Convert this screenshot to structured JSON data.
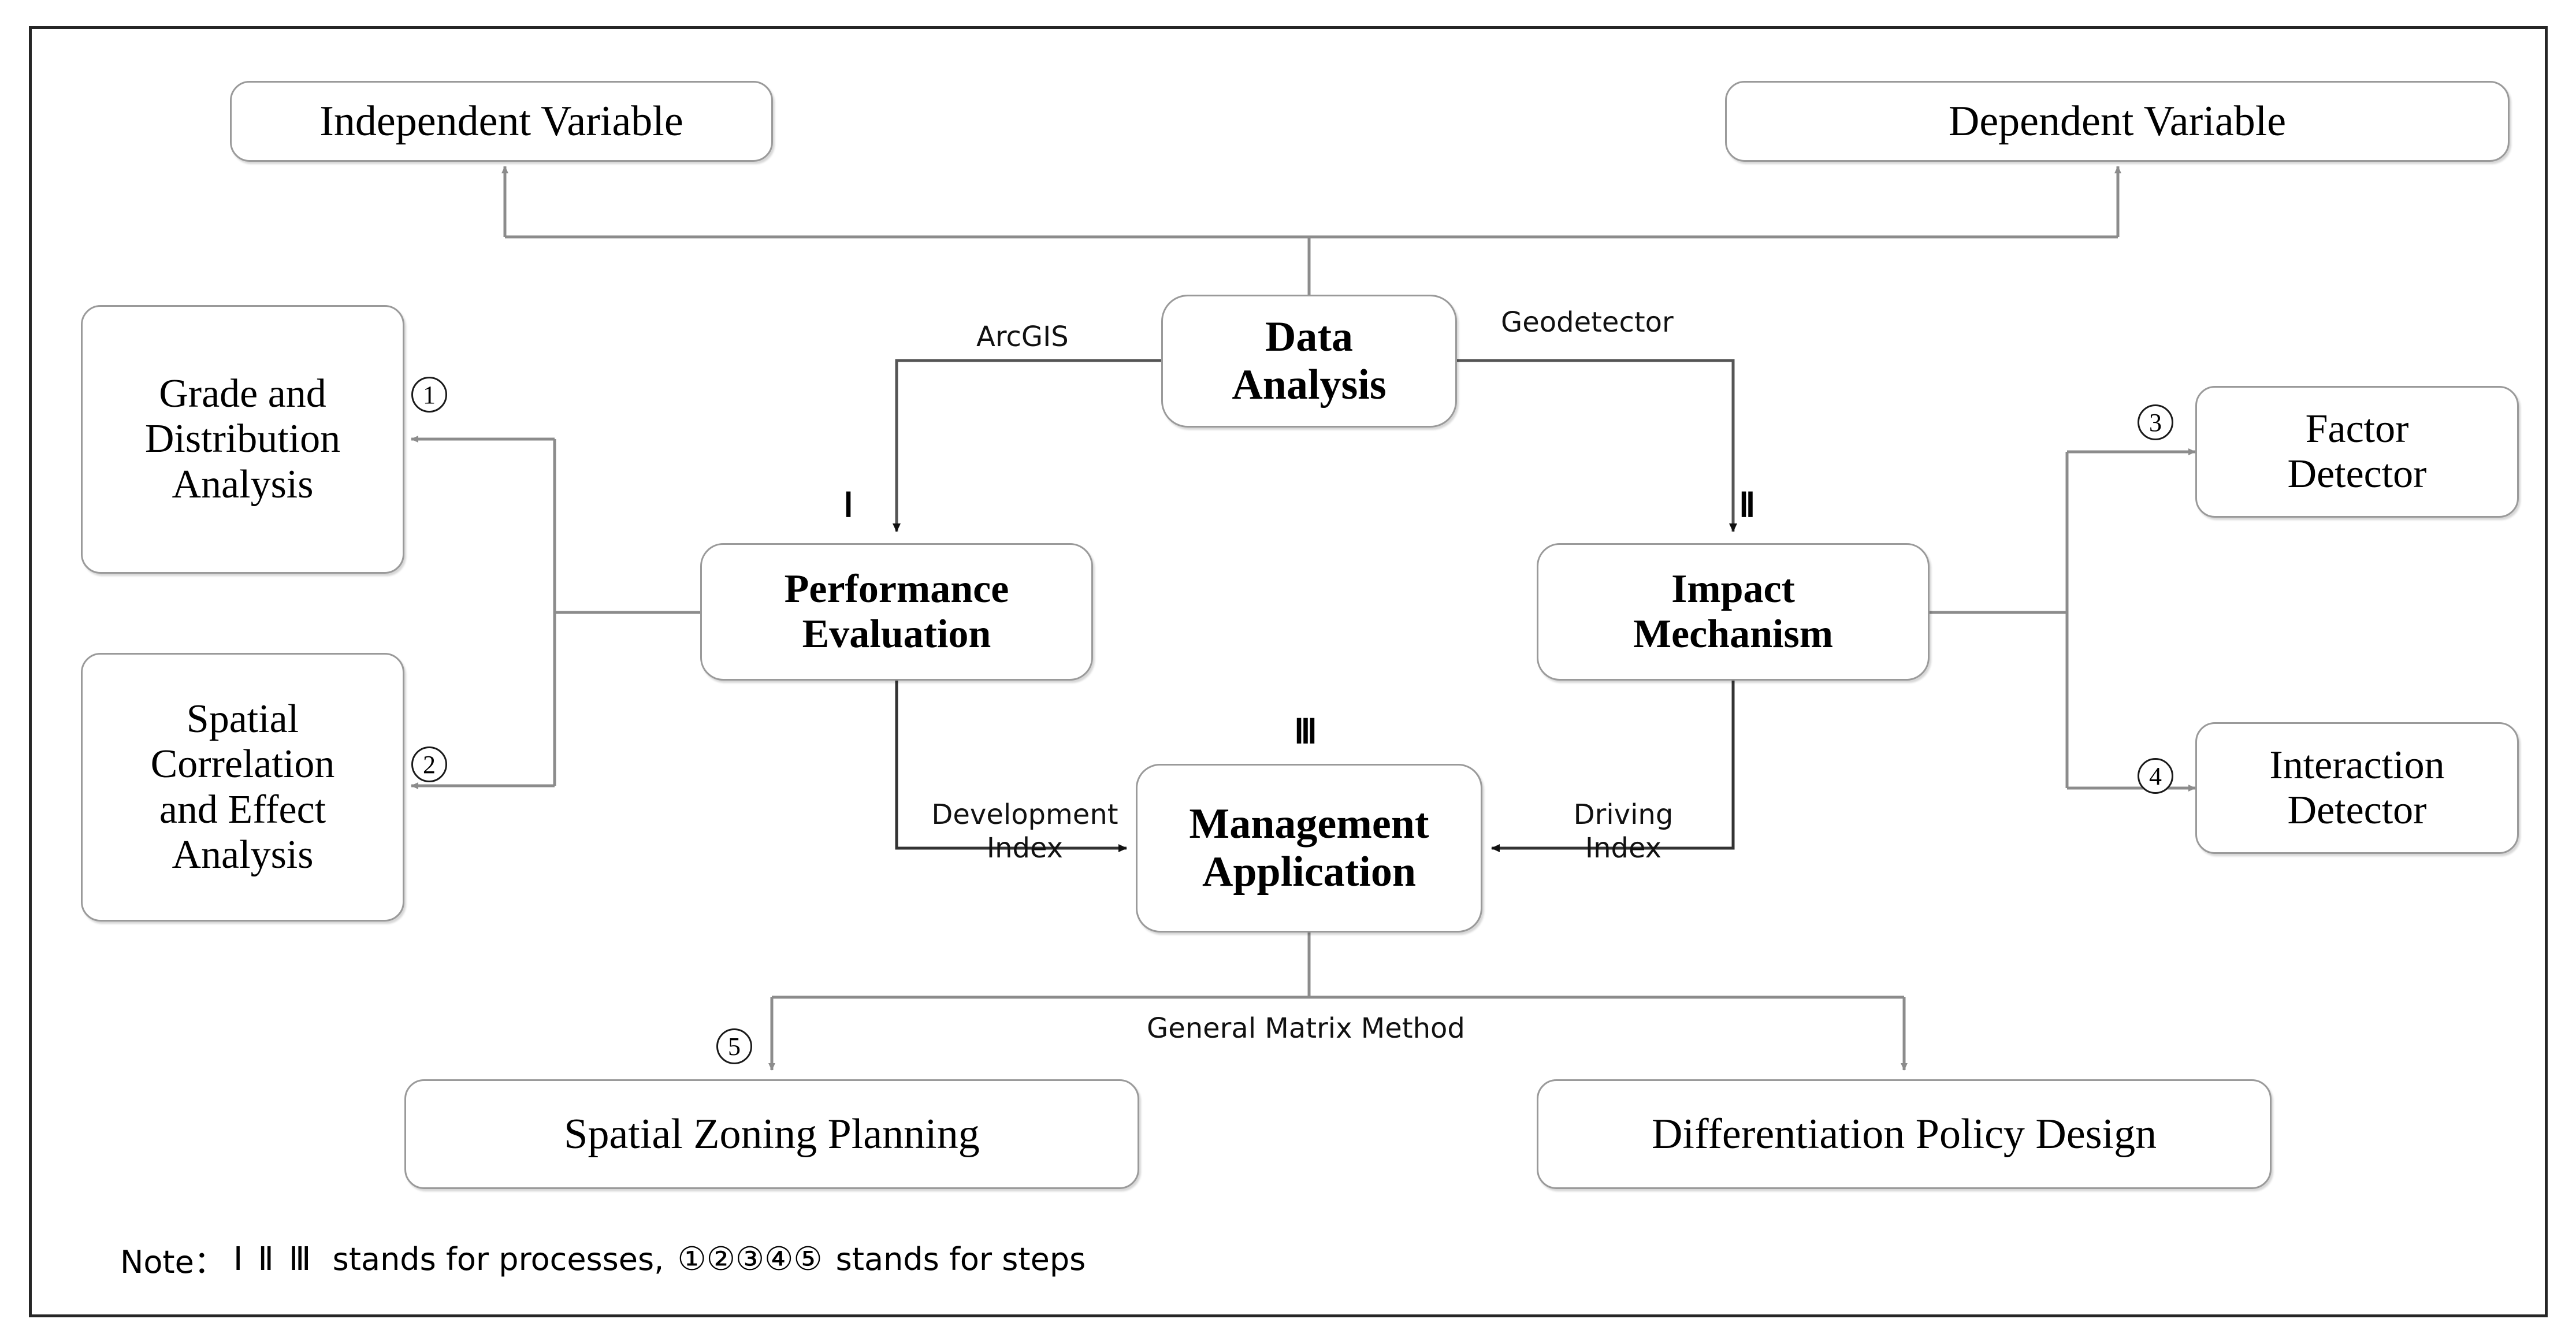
{
  "diagram": {
    "title": "Research framework flowchart",
    "frame_border_color": "#262626",
    "node_border_color": "#9a9a9a",
    "connector_color": "#8c8c8c",
    "nodes": {
      "independent_variable": "Independent Variable",
      "dependent_variable": "Dependent Variable",
      "data_analysis": "Data\nAnalysis",
      "grade_distribution": "Grade and\nDistribution\nAnalysis",
      "spatial_correlation": "Spatial\nCorrelation\nand Effect\nAnalysis",
      "performance_evaluation": "Performance\nEvaluation",
      "impact_mechanism": "Impact\nMechanism",
      "factor_detector": "Factor\nDetector",
      "interaction_detector": "Interaction\nDetector",
      "management_application": "Management\nApplication",
      "spatial_zoning_planning": "Spatial Zoning Planning",
      "differentiation_policy_design": "Differentiation Policy Design"
    },
    "edge_labels": {
      "arcgis": "ArcGIS",
      "geodetector": "Geodetector",
      "development_index": "Development\nIndex",
      "driving_index": "Driving\nIndex",
      "general_matrix_method": "General Matrix Method"
    },
    "process_markers": {
      "to_performance_evaluation": "Ⅰ",
      "to_impact_mechanism": "Ⅱ",
      "to_management_application": "Ⅲ"
    },
    "step_markers": {
      "step1": "①",
      "step2": "②",
      "step3": "③",
      "step4": "④",
      "step5": "⑤",
      "n1": "1",
      "n2": "2",
      "n3": "3",
      "n4": "4",
      "n5": "5"
    },
    "note": {
      "prefix": "Note：",
      "romans": "Ⅰ Ⅱ Ⅲ",
      "middle": " stands for processes, ",
      "circles": "①②③④⑤",
      "suffix": " stands for steps"
    }
  }
}
